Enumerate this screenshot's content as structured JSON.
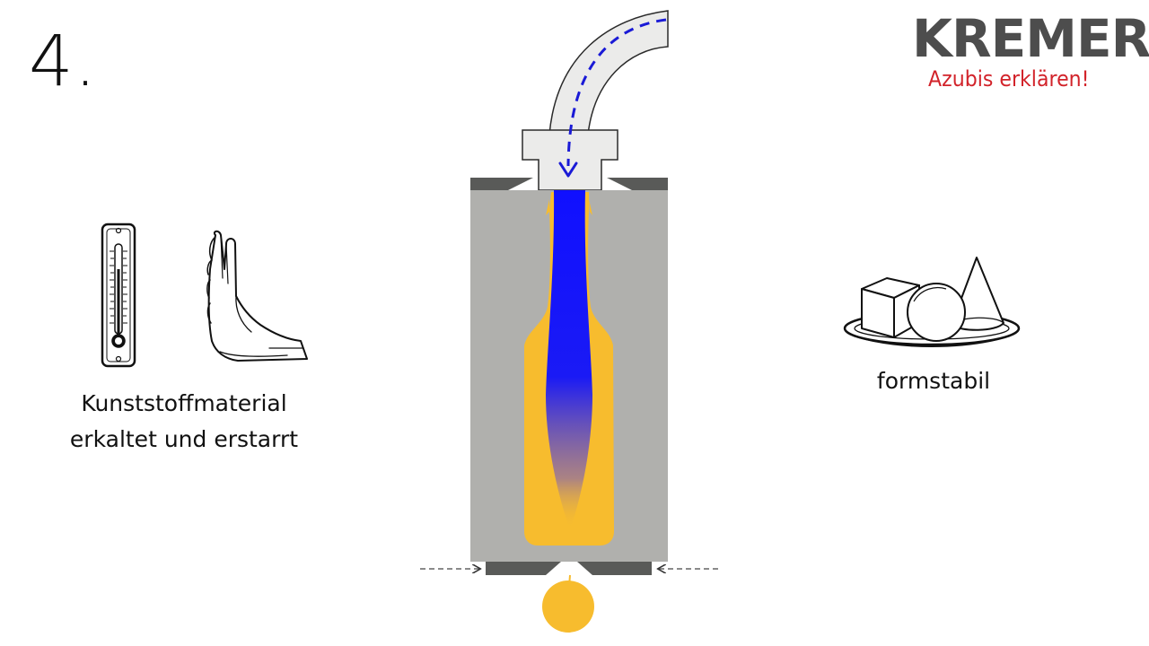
{
  "step": {
    "number": "4."
  },
  "logo": {
    "wordmark": "KREMER",
    "tagline": "Azubis erklären!"
  },
  "left_panel": {
    "caption_line1": "Kunststoffmaterial",
    "caption_line2": "erkaltet und erstarrt",
    "icons": [
      "thermometer-icon",
      "stop-hand-icon"
    ]
  },
  "right_panel": {
    "caption": "formstabil",
    "icons": [
      "geometric-shapes-icon"
    ]
  },
  "colors": {
    "mold": "#b0b0ad",
    "mold_plate": "#595a58",
    "plastic": "#f7bc2e",
    "air": "#1414ff",
    "pipe": "#ebebea",
    "brand_red": "#d2232a",
    "brand_gray": "#4d4d4d"
  }
}
